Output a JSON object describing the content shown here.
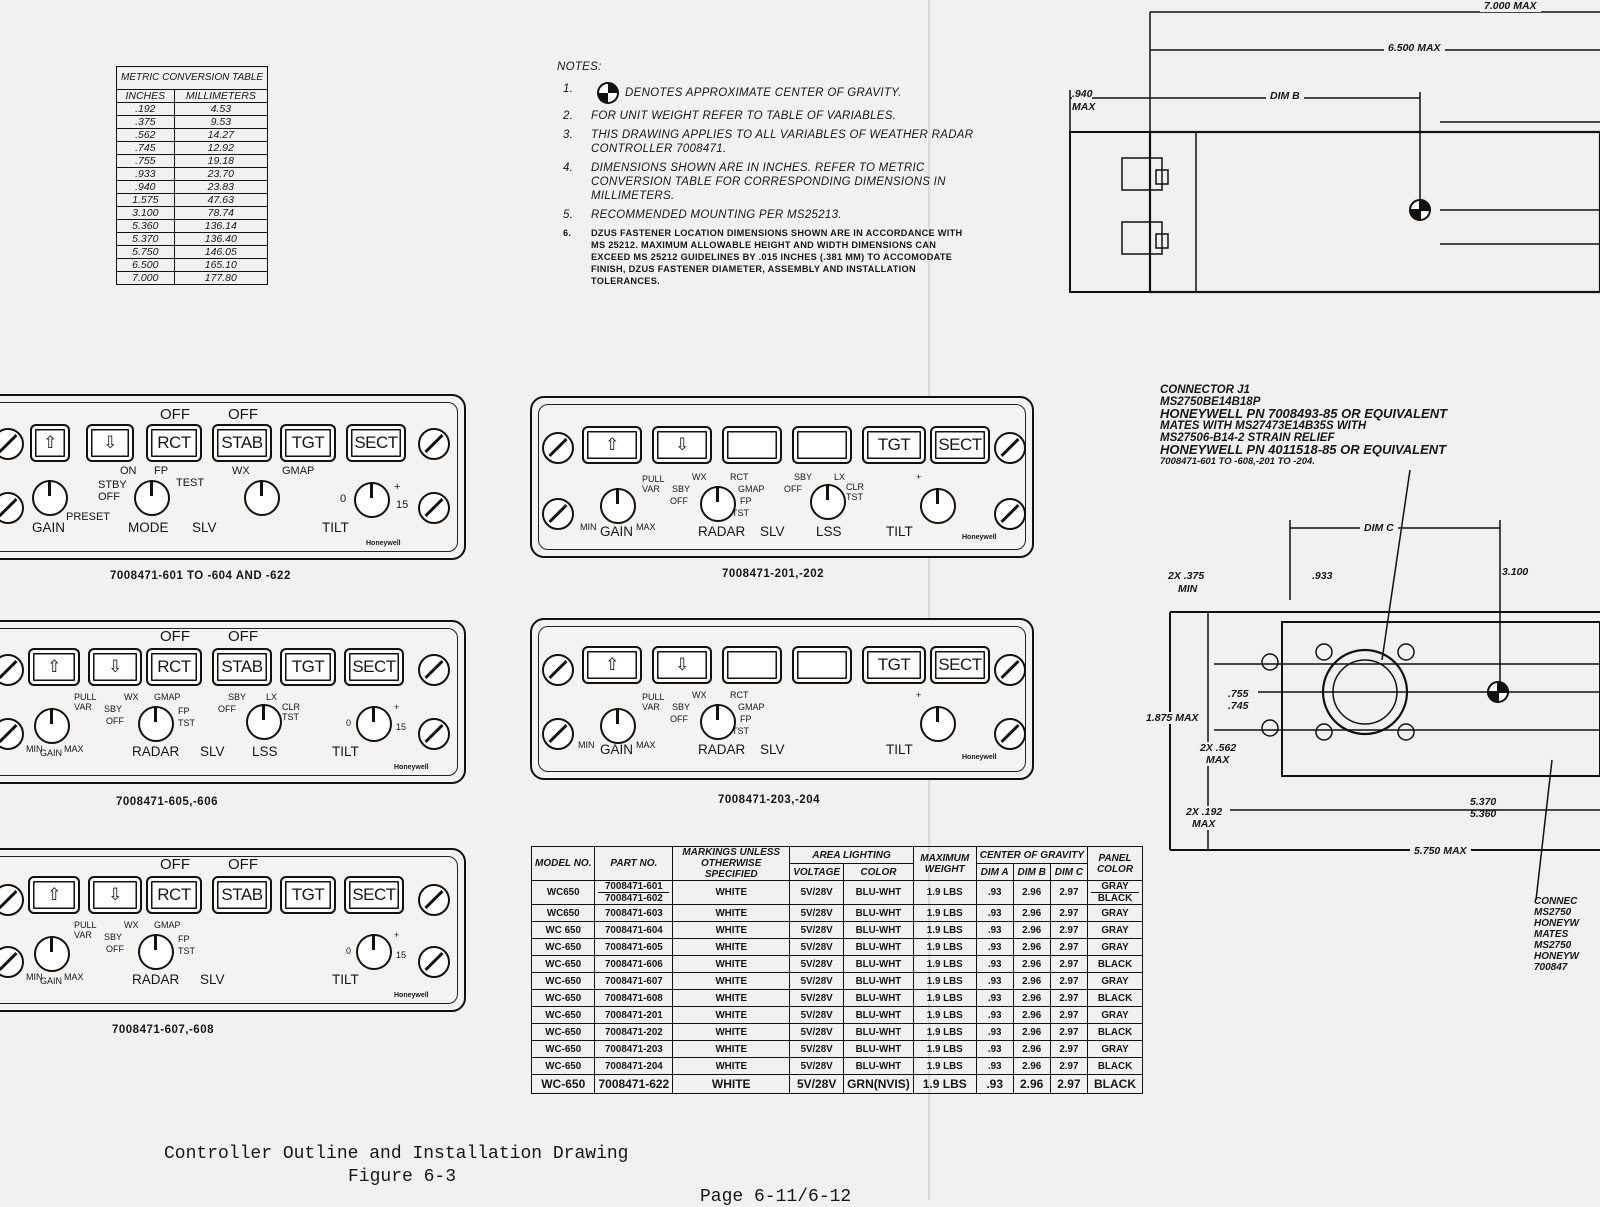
{
  "metric_table": {
    "title": "METRIC CONVERSION TABLE",
    "headers": [
      "INCHES",
      "MILLIMETERS"
    ],
    "rows": [
      [
        ".192",
        "4.53"
      ],
      [
        ".375",
        "9.53"
      ],
      [
        ".562",
        "14.27"
      ],
      [
        ".745",
        "12.92"
      ],
      [
        ".755",
        "19.18"
      ],
      [
        ".933",
        "23.70"
      ],
      [
        ".940",
        "23.83"
      ],
      [
        "1.575",
        "47.63"
      ],
      [
        "3.100",
        "78.74"
      ],
      [
        "5.360",
        "136.14"
      ],
      [
        "5.370",
        "136.40"
      ],
      [
        "5.750",
        "146.05"
      ],
      [
        "6.500",
        "165.10"
      ],
      [
        "7.000",
        "177.80"
      ]
    ]
  },
  "notes": {
    "heading": "NOTES:",
    "items": [
      {
        "n": "1.",
        "text": "DENOTES APPROXIMATE CENTER OF GRAVITY."
      },
      {
        "n": "2.",
        "text": "FOR UNIT WEIGHT REFER TO TABLE OF VARIABLES."
      },
      {
        "n": "3.",
        "text": "THIS DRAWING APPLIES TO ALL VARIABLES OF WEATHER RADAR CONTROLLER 7008471."
      },
      {
        "n": "4.",
        "text": "DIMENSIONS SHOWN ARE IN INCHES. REFER TO METRIC CONVERSION TABLE FOR CORRESPONDING DIMENSIONS IN MILLIMETERS."
      },
      {
        "n": "5.",
        "text": "RECOMMENDED MOUNTING PER MS25213."
      },
      {
        "n": "6.",
        "text": "DZUS FASTENER LOCATION DIMENSIONS SHOWN ARE IN ACCORDANCE WITH MS 25212. MAXIMUM ALLOWABLE HEIGHT AND WIDTH DIMENSIONS CAN EXCEED MS 25212 GUIDELINES BY .015 INCHES (.381 MM) TO ACCOMODATE FINISH, DZUS FASTENER DIAMETER, ASSEMBLY AND INSTALLATION TOLERANCES."
      }
    ]
  },
  "panels": {
    "p1": {
      "caption": "7008471-601 TO -604 AND -622",
      "off1": "OFF",
      "off2": "OFF",
      "rct": "RCT",
      "stab": "STAB",
      "tgt": "TGT",
      "sect": "SECT",
      "on": "ON",
      "fp": "FP",
      "stby": "STBY",
      "test": "TEST",
      "off": "OFF",
      "wx": "WX",
      "gmap": "GMAP",
      "gain": "GAIN",
      "preset": "PRESET",
      "mode": "MODE",
      "slv": "SLV",
      "tilt": "TILT",
      "zero": "0",
      "plus": "+",
      "fifteen": "15",
      "brand": "Honeywell"
    },
    "p2": {
      "caption": "7008471-201,-202",
      "tgt": "TGT",
      "sect": "SECT",
      "pull": "PULL",
      "var": "VAR",
      "min": "MIN",
      "gain": "GAIN",
      "max": "MAX",
      "wx": "WX",
      "rct": "RCT",
      "sby": "SBY",
      "gmap": "GMAP",
      "off": "OFF",
      "fp": "FP",
      "tst": "TST",
      "radar": "RADAR",
      "slv": "SLV",
      "sby2": "SBY",
      "lx": "LX",
      "off2": "OFF",
      "clr": "CLR",
      "tst2": "TST",
      "lss": "LSS",
      "tilt": "TILT",
      "plus": "+",
      "brand": "Honeywell"
    },
    "p3": {
      "caption": "7008471-605,-606",
      "off1": "OFF",
      "off2": "OFF",
      "rct": "RCT",
      "stab": "STAB",
      "tgt": "TGT",
      "sect": "SECT",
      "pull": "PULL",
      "var": "VAR",
      "min": "MIN",
      "gain": "GAIN",
      "max": "MAX",
      "wx": "WX",
      "gmap": "GMAP",
      "sby": "SBY",
      "off": "OFF",
      "fp": "FP",
      "tst": "TST",
      "radar": "RADAR",
      "slv": "SLV",
      "sby2": "SBY",
      "lx": "LX",
      "off3": "OFF",
      "clr": "CLR",
      "tst2": "TST",
      "lss": "LSS",
      "tilt": "TILT",
      "zero": "0",
      "fifteen": "15",
      "plus": "+",
      "brand": "Honeywell"
    },
    "p4": {
      "caption": "7008471-203,-204",
      "tgt": "TGT",
      "sect": "SECT",
      "pull": "PULL",
      "var": "VAR",
      "min": "MIN",
      "gain": "GAIN",
      "max": "MAX",
      "wx": "WX",
      "rct": "RCT",
      "sby": "SBY",
      "gmap": "GMAP",
      "off": "OFF",
      "fp": "FP",
      "tst": "TST",
      "radar": "RADAR",
      "slv": "SLV",
      "tilt": "TILT",
      "plus": "+",
      "brand": "Honeywell"
    },
    "p5": {
      "caption": "7008471-607,-608",
      "off1": "OFF",
      "off2": "OFF",
      "rct": "RCT",
      "stab": "STAB",
      "tgt": "TGT",
      "sect": "SECT",
      "pull": "PULL",
      "var": "VAR",
      "min": "MIN",
      "gain": "GAIN",
      "max": "MAX",
      "wx": "WX",
      "gmap": "GMAP",
      "sby": "SBY",
      "off": "OFF",
      "fp": "FP",
      "tst": "TST",
      "radar": "RADAR",
      "slv": "SLV",
      "tilt": "TILT",
      "zero": "0",
      "fifteen": "15",
      "plus": "+",
      "brand": "Honeywell"
    }
  },
  "variables_table": {
    "headers": {
      "model": "MODEL NO.",
      "part": "PART NO.",
      "markings": "MARKINGS UNLESS OTHERWISE SPECIFIED",
      "area_lighting": "AREA LIGHTING",
      "voltage": "VOLTAGE",
      "color": "COLOR",
      "weight": "MAXIMUM WEIGHT",
      "cg": "CENTER OF GRAVITY",
      "dima": "DIM A",
      "dimb": "DIM B",
      "dimc": "DIM C",
      "panel_color": "PANEL COLOR"
    },
    "rows": [
      {
        "model": "WC650",
        "part": "7008471-601",
        "part2": "7008471-602",
        "mark": "WHITE",
        "volt": "5V/28V",
        "color": "BLU-WHT",
        "weight": "1.9 LBS",
        "a": ".93",
        "b": "2.96",
        "c": "2.97",
        "panel": "GRAY",
        "panel2": "BLACK"
      },
      {
        "model": "WC650",
        "part": "7008471-603",
        "mark": "WHITE",
        "volt": "5V/28V",
        "color": "BLU-WHT",
        "weight": "1.9 LBS",
        "a": ".93",
        "b": "2.96",
        "c": "2.97",
        "panel": "GRAY"
      },
      {
        "model": "WC 650",
        "part": "7008471-604",
        "mark": "WHITE",
        "volt": "5V/28V",
        "color": "BLU-WHT",
        "weight": "1.9 LBS",
        "a": ".93",
        "b": "2.96",
        "c": "2.97",
        "panel": "GRAY"
      },
      {
        "model": "WC-650",
        "part": "7008471-605",
        "mark": "WHITE",
        "volt": "5V/28V",
        "color": "BLU-WHT",
        "weight": "1.9 LBS",
        "a": ".93",
        "b": "2.96",
        "c": "2.97",
        "panel": "GRAY"
      },
      {
        "model": "WC-650",
        "part": "7008471-606",
        "mark": "WHITE",
        "volt": "5V/28V",
        "color": "BLU-WHT",
        "weight": "1.9 LBS",
        "a": ".93",
        "b": "2.96",
        "c": "2.97",
        "panel": "BLACK"
      },
      {
        "model": "WC-650",
        "part": "7008471-607",
        "mark": "WHITE",
        "volt": "5V/28V",
        "color": "BLU-WHT",
        "weight": "1.9 LBS",
        "a": ".93",
        "b": "2.96",
        "c": "2.97",
        "panel": "GRAY"
      },
      {
        "model": "WC-650",
        "part": "7008471-608",
        "mark": "WHITE",
        "volt": "5V/28V",
        "color": "BLU-WHT",
        "weight": "1.9 LBS",
        "a": ".93",
        "b": "2.96",
        "c": "2.97",
        "panel": "BLACK"
      },
      {
        "model": "WC-650",
        "part": "7008471-201",
        "mark": "WHITE",
        "volt": "5V/28V",
        "color": "BLU-WHT",
        "weight": "1.9 LBS",
        "a": ".93",
        "b": "2.96",
        "c": "2.97",
        "panel": "GRAY"
      },
      {
        "model": "WC-650",
        "part": "7008471-202",
        "mark": "WHITE",
        "volt": "5V/28V",
        "color": "BLU-WHT",
        "weight": "1.9 LBS",
        "a": ".93",
        "b": "2.96",
        "c": "2.97",
        "panel": "BLACK"
      },
      {
        "model": "WC-650",
        "part": "7008471-203",
        "mark": "WHITE",
        "volt": "5V/28V",
        "color": "BLU-WHT",
        "weight": "1.9 LBS",
        "a": ".93",
        "b": "2.96",
        "c": "2.97",
        "panel": "GRAY"
      },
      {
        "model": "WC-650",
        "part": "7008471-204",
        "mark": "WHITE",
        "volt": "5V/28V",
        "color": "BLU-WHT",
        "weight": "1.9 LBS",
        "a": ".93",
        "b": "2.96",
        "c": "2.97",
        "panel": "BLACK"
      },
      {
        "model": "WC-650",
        "part": "7008471-622",
        "mark": "WHITE",
        "volt": "5V/28V",
        "color": "GRN(NVIS)",
        "weight": "1.9 LBS",
        "a": ".93",
        "b": "2.96",
        "c": "2.97",
        "panel": "BLACK"
      }
    ]
  },
  "side_view": {
    "d7000": "7.000 MAX",
    "d6500": "6.500 MAX",
    "d940": ".940",
    "max": "MAX",
    "dimb": "DIM B"
  },
  "connector": {
    "lines": [
      "CONNECTOR J1",
      "MS2750BE14B18P",
      "HONEYWELL PN 7008493-85 OR EQUIVALENT",
      "MATES WITH MS27473E14B35S WITH",
      "MS27506-B14-2 STRAIN RELIEF",
      "HONEYWELL PN 4011518-85 OR EQUIVALENT",
      "7008471-601 TO -608,-201 TO -204."
    ]
  },
  "front_view": {
    "dimc": "DIM C",
    "d375": "2X .375",
    "min": "MIN",
    "d933": ".933",
    "d3100": "3.100",
    "d755": ".755",
    "d745": ".745",
    "d1875": "1.875 MAX",
    "d562": "2X .562",
    "max": "MAX",
    "d192": "2X .192",
    "max2": "MAX",
    "d5370": "5.370",
    "d5360": "5.360",
    "d5750": "5.750 MAX"
  },
  "connector2": {
    "lines": [
      "CONNEC",
      "MS2750",
      "HONEYW",
      "MATES",
      "MS2750",
      "HONEYW",
      "700847"
    ]
  },
  "footer": {
    "title": "Controller Outline and Installation Drawing",
    "figure": "Figure 6-3",
    "page": "Page 6-11/6-12"
  }
}
